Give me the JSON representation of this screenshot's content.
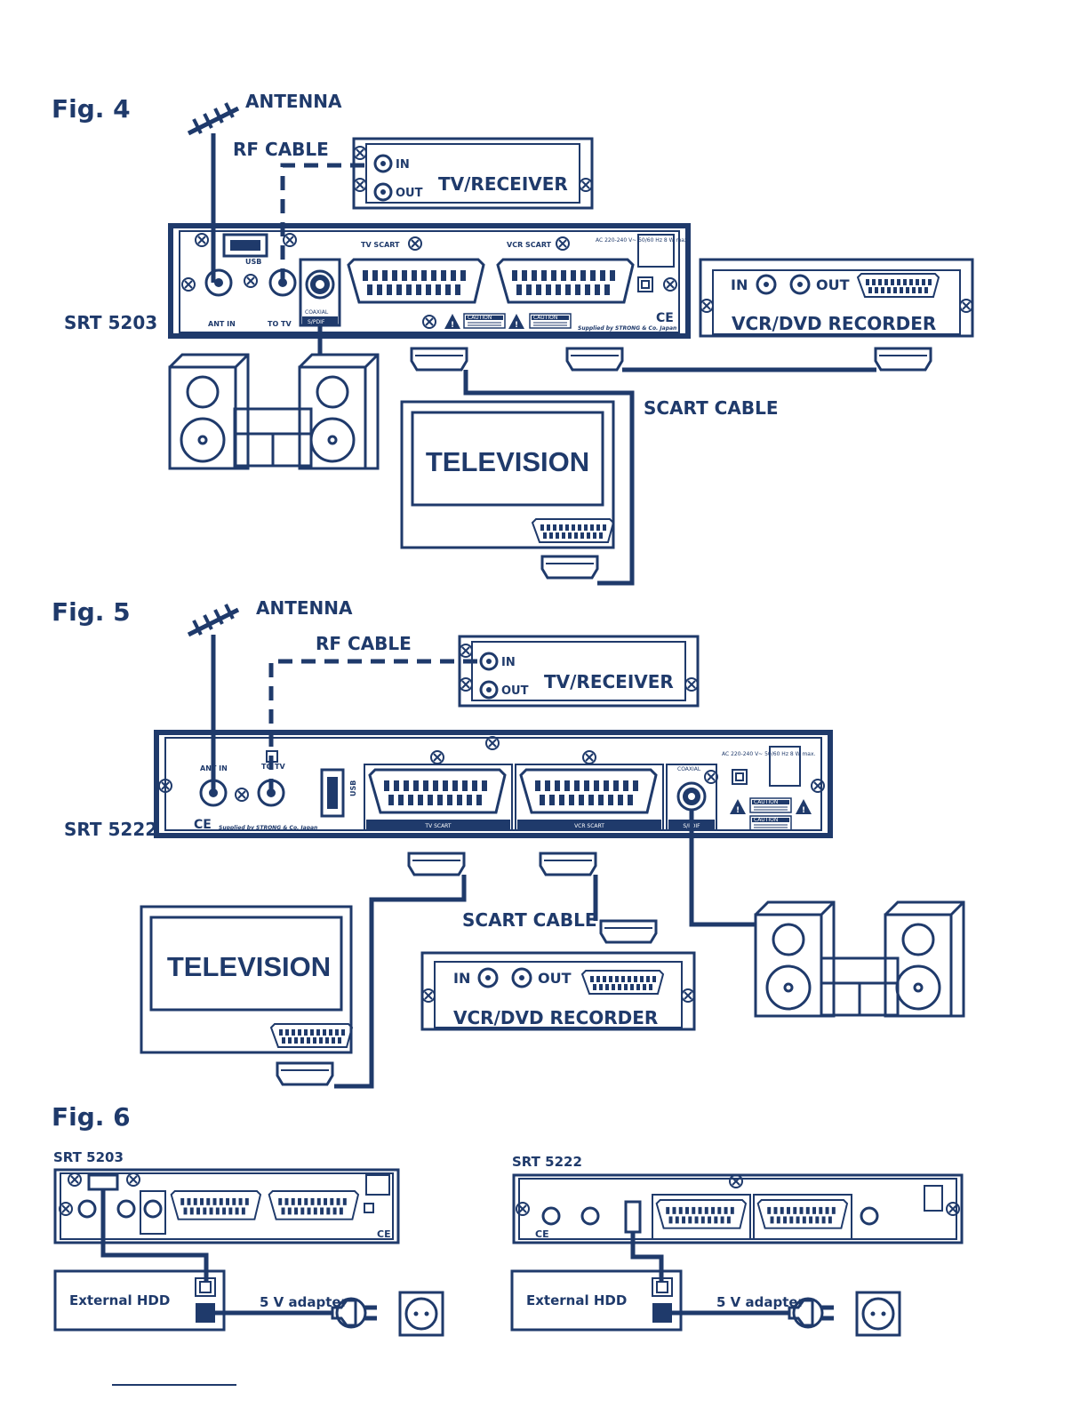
{
  "colors": {
    "ink": "#1f3a6b",
    "background": "#ffffff"
  },
  "fig4": {
    "title": "Fig. 4",
    "model": "SRT 5203",
    "antenna": "ANTENNA",
    "rf_cable": "RF CABLE",
    "scart_cable": "SCART CABLE",
    "tv_receiver": {
      "label": "TV/RECEIVER",
      "in": "IN",
      "out": "OUT"
    },
    "vcr": {
      "label": "VCR/DVD RECORDER",
      "in": "IN",
      "out": "OUT"
    },
    "television": "TELEVISION",
    "panel": {
      "usb": "USB",
      "ant_in": "ANT IN",
      "to_tv": "TO TV",
      "coaxial": "COAXIAL",
      "spdif": "S/PDIF",
      "tv_scart": "TV SCART",
      "vcr_scart": "VCR SCART",
      "power": "AC 220-240 V~ 50/60 Hz 8 W max.",
      "caution": "CAUTION",
      "supplied": "Supplied by STRONG & Co. Japan"
    }
  },
  "fig5": {
    "title": "Fig. 5",
    "model": "SRT 5222",
    "antenna": "ANTENNA",
    "rf_cable": "RF CABLE",
    "scart_cable": "SCART CABLE",
    "tv_receiver": {
      "label": "TV/RECEIVER",
      "in": "IN",
      "out": "OUT"
    },
    "vcr": {
      "label": "VCR/DVD RECORDER",
      "in": "IN",
      "out": "OUT"
    },
    "television": "TELEVISION",
    "panel": {
      "usb": "USB",
      "ant_in": "ANT IN",
      "to_tv": "TO TV",
      "coaxial": "COAXIAL",
      "spdif": "S/PDIF",
      "tv_scart": "TV SCART",
      "vcr_scart": "VCR SCART",
      "power": "AC 220-240 V~ 50/60 Hz 8 W max.",
      "caution": "CAUTION",
      "supplied": "Supplied by STRONG & Co. Japan"
    }
  },
  "fig6": {
    "title": "Fig. 6",
    "left": {
      "model": "SRT 5203",
      "hdd": "External HDD",
      "adapter": "5 V adapter"
    },
    "right": {
      "model": "SRT 5222",
      "hdd": "External HDD",
      "adapter": "5 V adapter"
    }
  }
}
